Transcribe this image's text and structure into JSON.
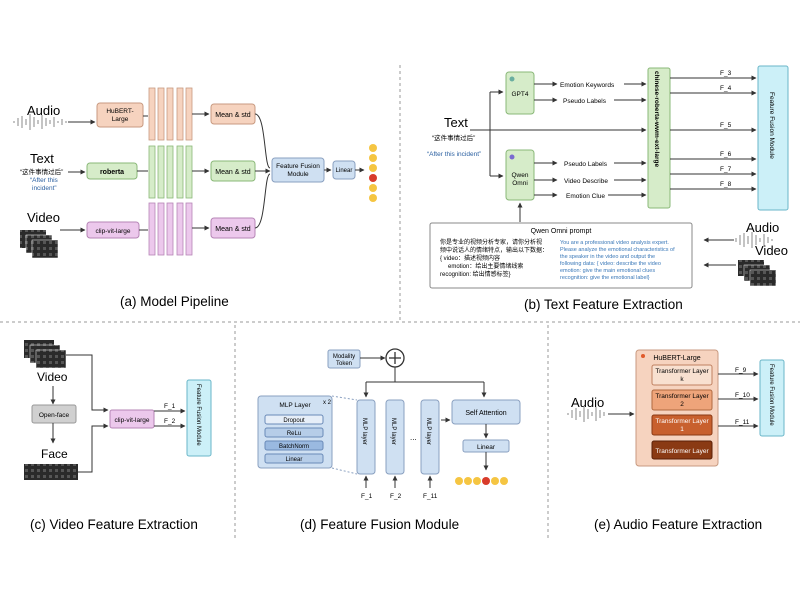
{
  "panels": {
    "a": {
      "caption": "(a) Model Pipeline",
      "audio_label": "Audio",
      "text_label": "Text",
      "text_cn": "“这件事情过后”",
      "text_en_1": "“After this",
      "text_en_2": "incident”",
      "video_label": "Video",
      "hubert": [
        "HuBERT-",
        "Large"
      ],
      "roberta": "roberta",
      "clip": "clip-vit-large",
      "mean_std": "Mean & std",
      "ffm": [
        "Feature Fusion",
        "Module"
      ],
      "linear": "Linear"
    },
    "b": {
      "caption": "(b) Text Feature Extraction",
      "text_label": "Text",
      "text_cn": "“这件事情过后”",
      "text_en": "“After this incident”",
      "gpt4": "GPT4",
      "qwen": [
        "Qwen",
        "Omni"
      ],
      "emotion_keywords": "Emotion Keywords",
      "pseudo_labels_1": "Pseudo Labels",
      "pseudo_labels_2": "Pseudo Labels",
      "video_describe": "Video Describe",
      "emotion_clue": "Emotion Clue",
      "encoder": "chinese-roberta-wwm-ext-large",
      "ffm": "Feature Fusion Module",
      "features": [
        "F_3",
        "F_4",
        "F_5",
        "F_6",
        "F_7",
        "F_8"
      ],
      "prompt_title": "Qwen Omni prompt",
      "prompt_cn": [
        "你是专业的视频分析专家，请你分析视",
        "频中说话人的情绪特点，输出以下数据：",
        "{ video：描述视频内容",
        "emotion：给出主要情绪线索",
        "recognition: 给出情感标签}"
      ],
      "prompt_en": [
        "You are a professional video analysis expert.",
        "Please analyze the emotional characteristics of",
        "the speaker in the video and output the",
        "following data: { video: describe the video",
        "emotion: give the main emotional clues",
        "recognition: give the emotional label}"
      ],
      "audio_label": "Audio",
      "video_label": "Video"
    },
    "c": {
      "caption": "(c) Video Feature Extraction",
      "video_label": "Video",
      "openface": "Open-face",
      "face_label": "Face",
      "clip": "clip-vit-large",
      "f1": "F_1",
      "f2": "F_2",
      "ffm": "Feature Fusion Module"
    },
    "d": {
      "caption": "(d) Feature Fusion Module",
      "modality": [
        "Modality",
        "Token"
      ],
      "mlp_layer": "MLP Layer",
      "x2": "x 2",
      "layers": [
        "Dropout",
        "ReLu",
        "BatchNorm",
        "Linear"
      ],
      "mlp_vertical": "MLP layer",
      "dots": "...",
      "self_attention": "Self Attention",
      "linear": "Linear",
      "f_labels": [
        "F_1",
        "F_2",
        "F_11"
      ]
    },
    "e": {
      "caption": "(e) Audio Feature Extraction",
      "hubert_title": "HuBERT-Large",
      "audio_label": "Audio",
      "tl_k": [
        "Transformer Layer",
        "k"
      ],
      "tl_2": [
        "Transformer Layer",
        "2"
      ],
      "tl_1": [
        "Transformer Layer",
        "1"
      ],
      "tl_0": "Transformer Layer",
      "f9": "F_9",
      "f10": "F_10",
      "f11": "F_11",
      "ffm": "Feature Fusion Module"
    }
  },
  "colors": {
    "orange": "#f6d3bf",
    "green": "#d6ecc9",
    "purple": "#ecc8ec",
    "blue": "#cfe0f2",
    "cyan": "#ccf0f8",
    "border": "#8aa0c0"
  }
}
